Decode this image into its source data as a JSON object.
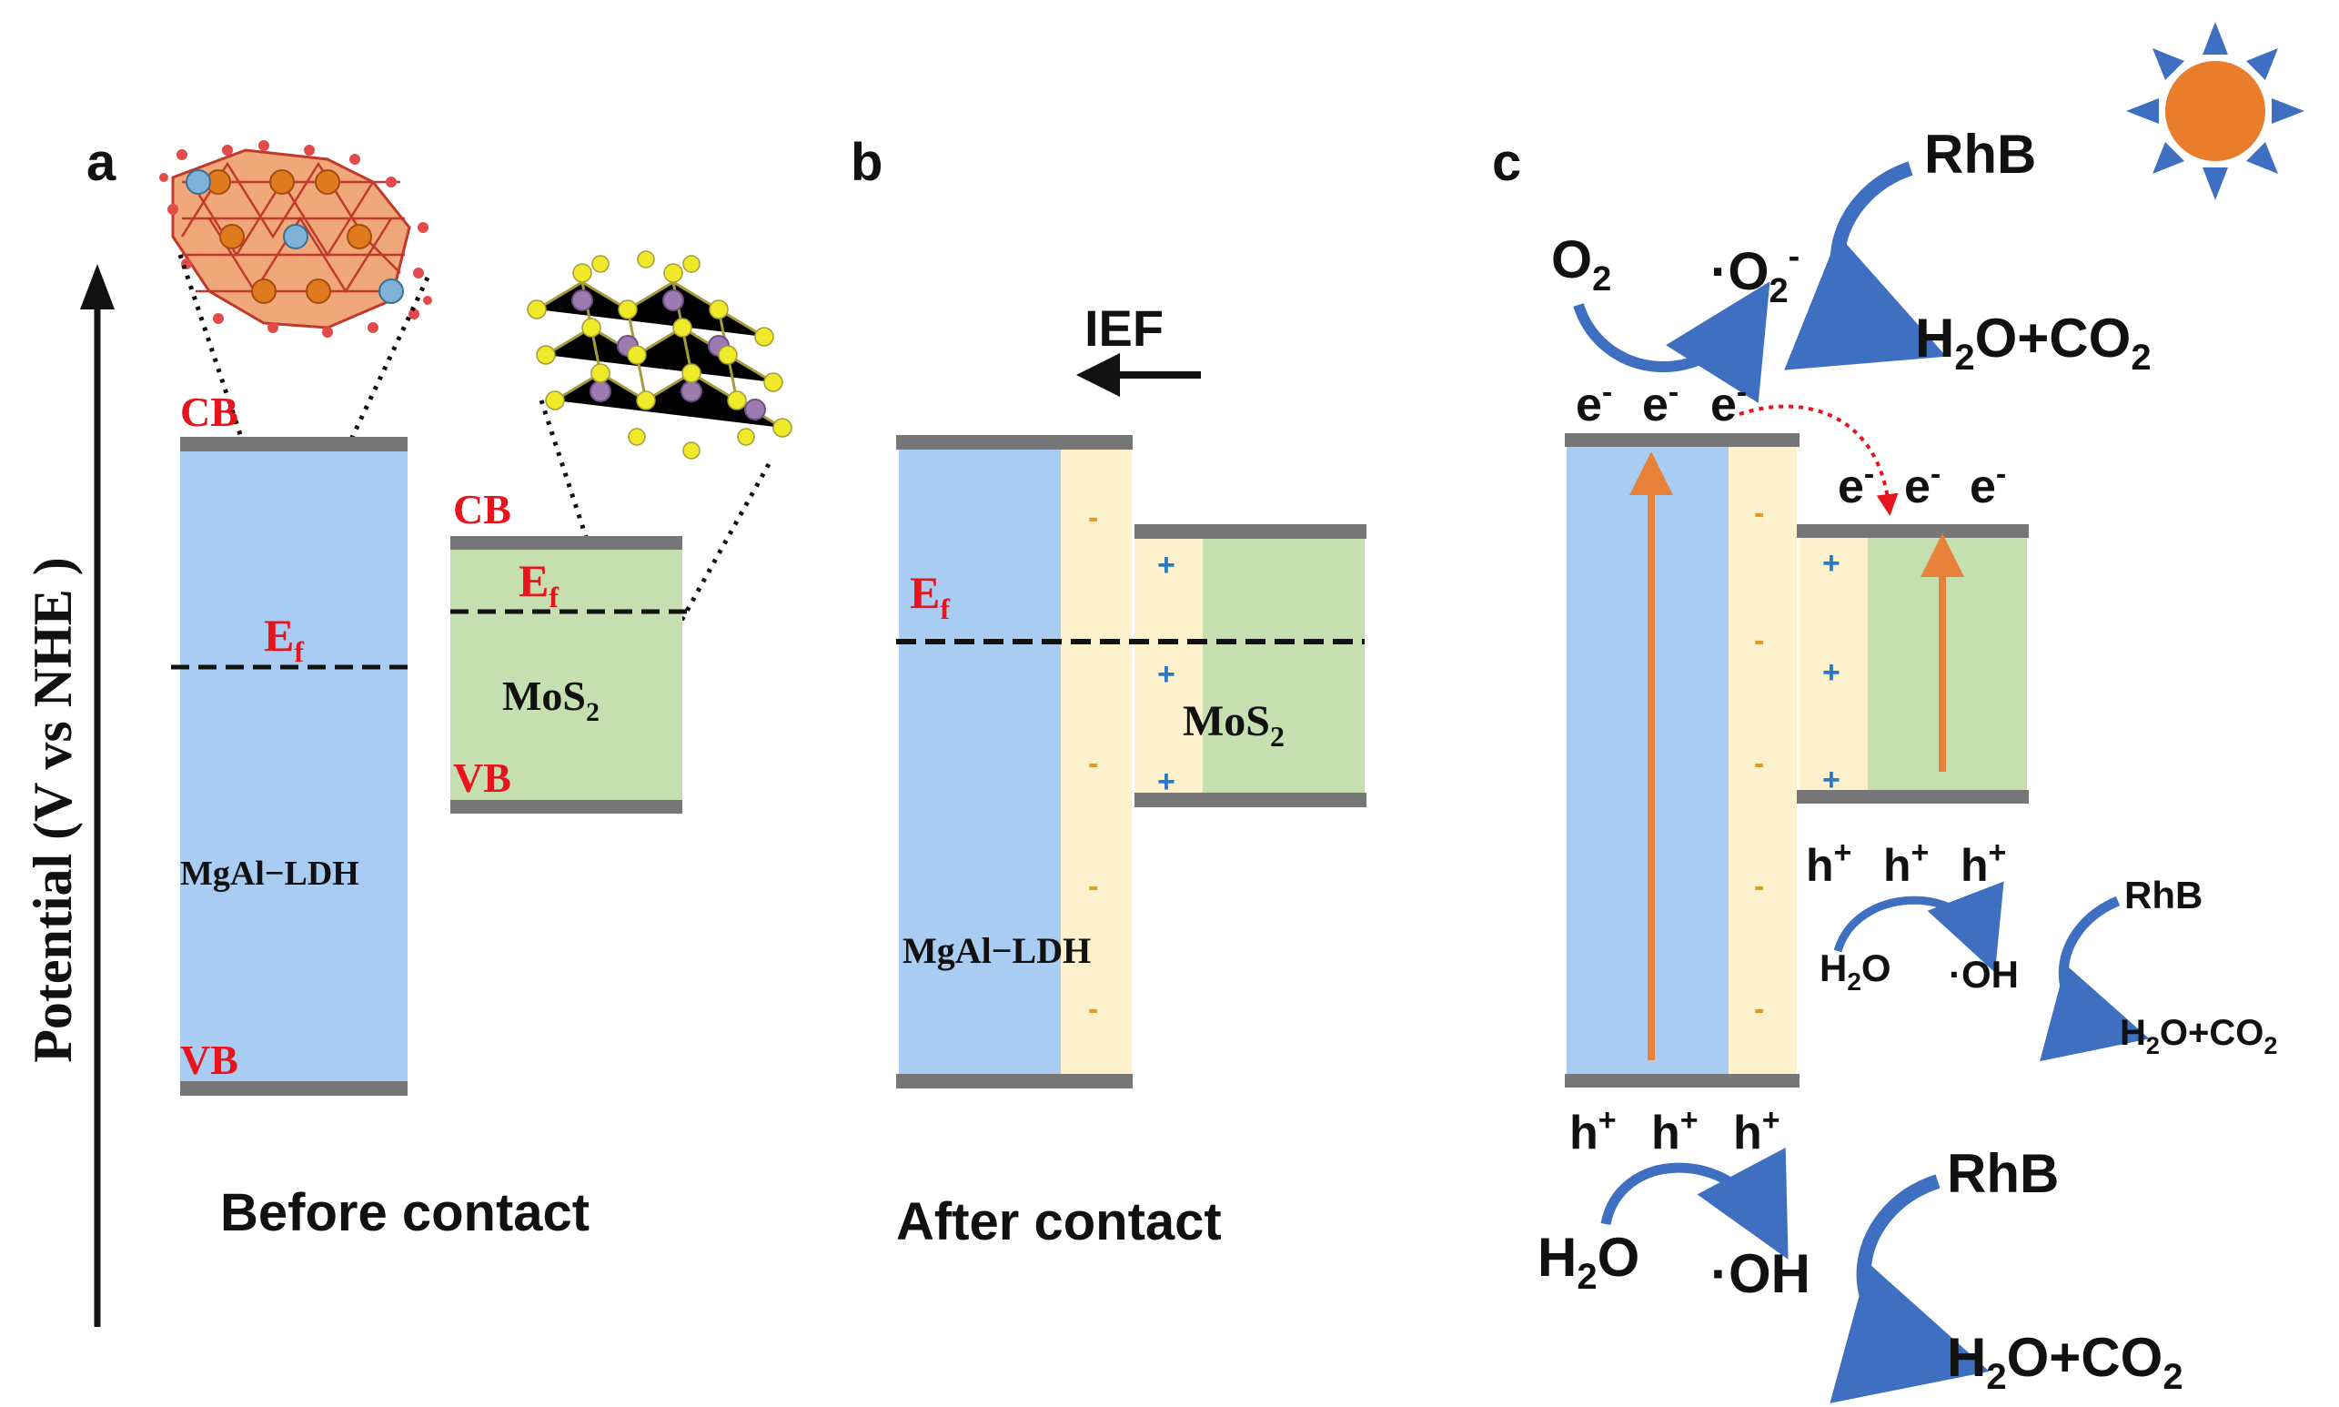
{
  "axis": {
    "label": "Potential (V vs NHE )"
  },
  "panels": {
    "a": {
      "letter": "a",
      "caption": "Before contact",
      "ldh": {
        "name": "MgAl−LDH",
        "cb": "CB",
        "vb": "VB",
        "ef": "E",
        "ef_sub": "f"
      },
      "mos2": {
        "name": "MoS",
        "name_sub": "2",
        "cb": "CB",
        "vb": "VB",
        "ef": "E",
        "ef_sub": "f"
      }
    },
    "b": {
      "letter": "b",
      "caption": "After contact",
      "ief": "IEF",
      "ldh": {
        "name": "MgAl−LDH"
      },
      "mos2": {
        "name": "MoS",
        "name_sub": "2"
      },
      "ef": "E",
      "ef_sub": "f",
      "minus_sign": "-",
      "plus_sign": "+"
    },
    "c": {
      "letter": "c",
      "o2": "O",
      "o2_sub": "2",
      "superoxide": "·O",
      "superoxide_sub": "2",
      "superoxide_sup": "-",
      "e": "e",
      "e_sup": "-",
      "h": "h",
      "h_sup": "+",
      "rhb": "RhB",
      "prod_h": "H",
      "prod_sub": "2",
      "prod_rest": "O+CO",
      "prod_sub2": "2",
      "h2o": "H",
      "h2o_sub": "2",
      "h2o_rest": "O",
      "oh": "·OH",
      "minus_sign": "-",
      "plus_sign": "+"
    }
  },
  "colors": {
    "ldh_fill": "#a9cdf2",
    "mos2_fill": "#c5dfb1",
    "interface_fill": "#fdf0cc",
    "band_edge": "#767676",
    "label_red": "#e8141c",
    "arrow_blue": "#3f6fc0",
    "arrow_orange": "#e8823a",
    "sun": "#ea7d2c",
    "sun_rays": "#3f6fc0"
  }
}
